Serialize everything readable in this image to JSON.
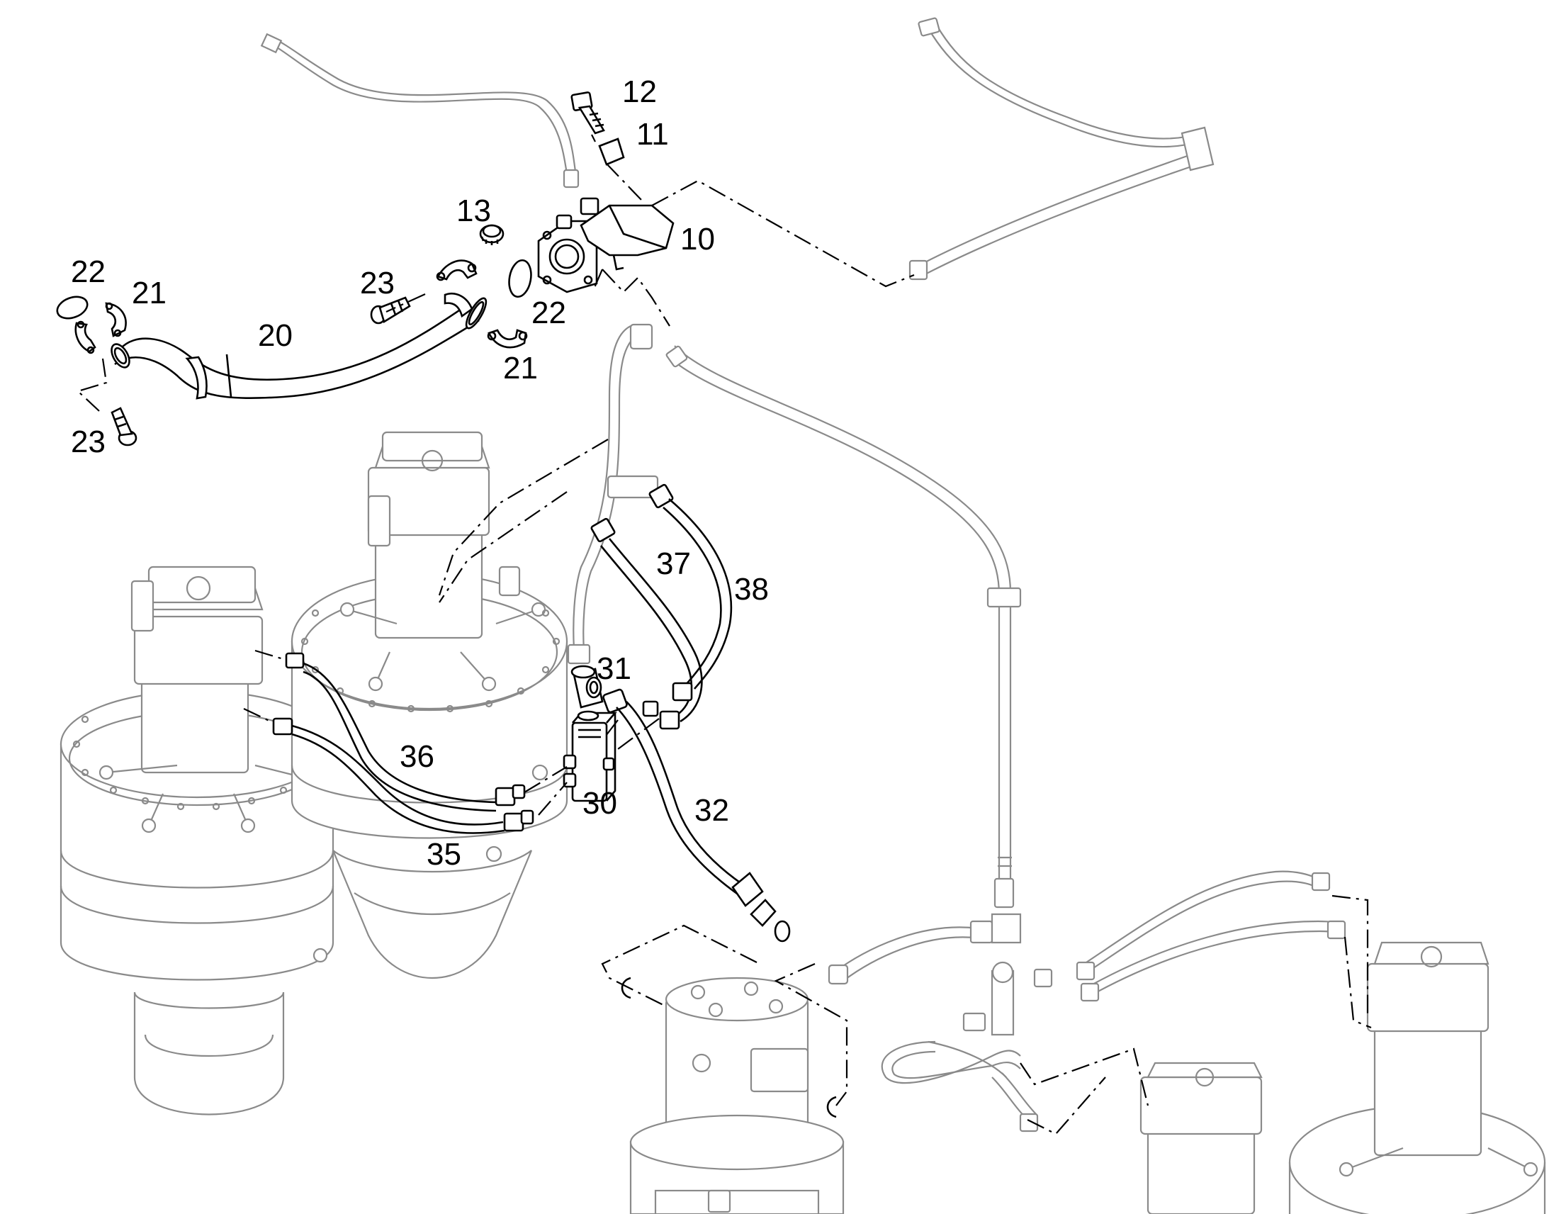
{
  "callouts": {
    "c10": "10",
    "c11": "11",
    "c12": "12",
    "c13": "13",
    "c20": "20",
    "c21a": "21",
    "c21b": "21",
    "c22a": "22",
    "c22b": "22",
    "c23a": "23",
    "c23b": "23",
    "c30": "30",
    "c31": "31",
    "c32": "32",
    "c35": "35",
    "c36": "36",
    "c37": "37",
    "c38": "38"
  },
  "colors": {
    "highlighted_parts": "#000000",
    "context_parts": "#8a8a8a",
    "background": "#ffffff"
  }
}
